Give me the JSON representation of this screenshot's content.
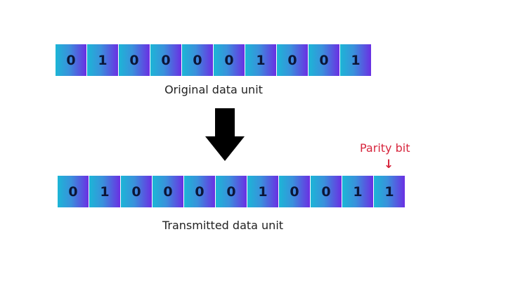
{
  "original": {
    "bits": [
      "0",
      "1",
      "0",
      "0",
      "0",
      "0",
      "1",
      "0",
      "0",
      "1"
    ],
    "label": "Original data unit"
  },
  "transmitted": {
    "bits": [
      "0",
      "1",
      "0",
      "0",
      "0",
      "0",
      "1",
      "0",
      "0",
      "1",
      "1"
    ],
    "label": "Transmitted data unit"
  },
  "parity": {
    "label": "Parity bit",
    "arrow": "↓"
  },
  "colors": {
    "gradient_start": "#1cb6d6",
    "gradient_end": "#6a2fe3",
    "digit": "#0b1638",
    "parity": "#d7263d"
  }
}
